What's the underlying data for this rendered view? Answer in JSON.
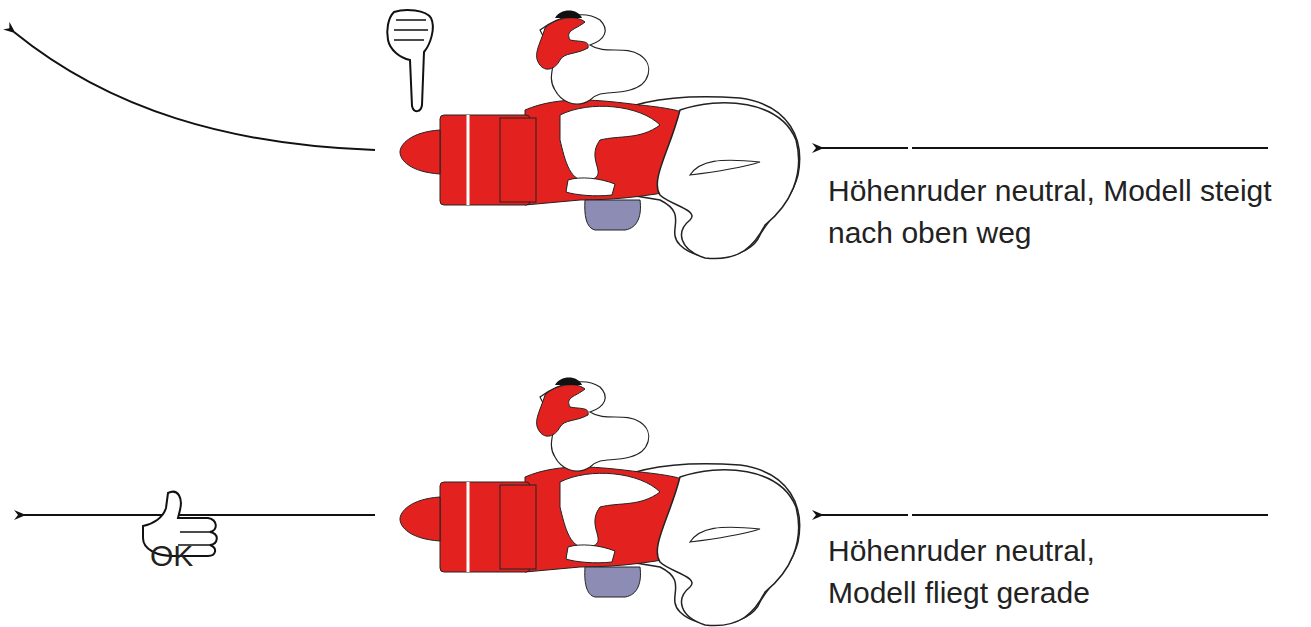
{
  "diagram": {
    "labels": [
      "Höhenruder neutral, Modell steigt nach oben weg",
      "OK",
      "Höhenruder neutral, Modell fliegt gerade"
    ]
  }
}
